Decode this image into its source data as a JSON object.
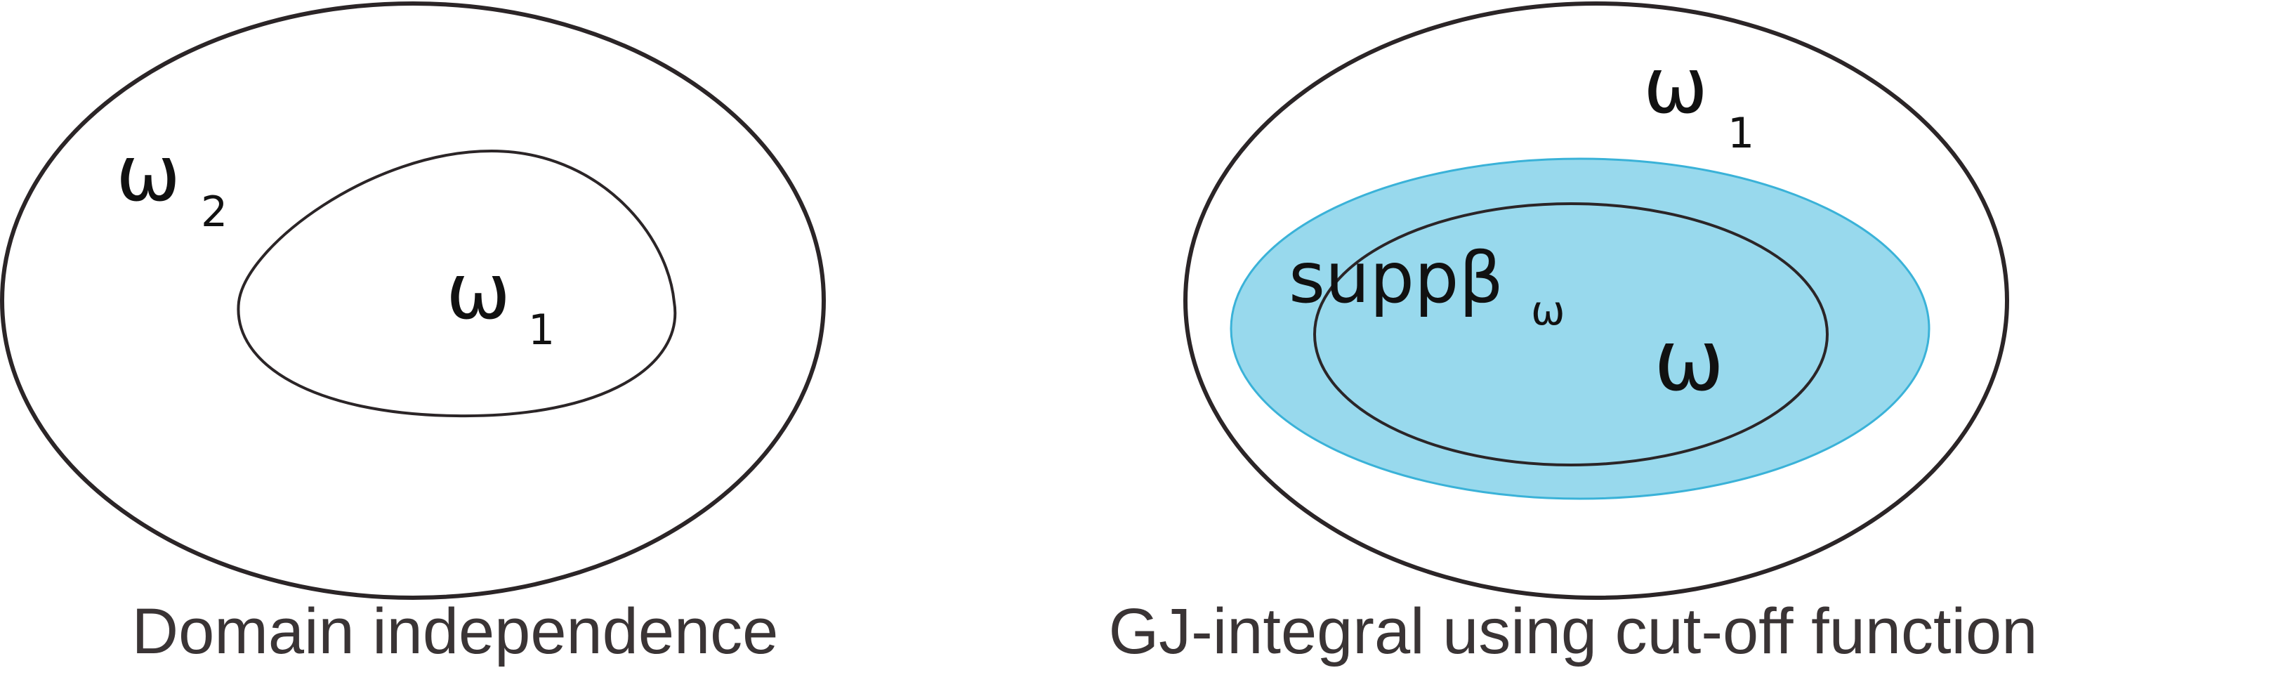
{
  "left_panel": {
    "outer_label": "ω",
    "outer_label_sub": "2",
    "inner_label": "ω",
    "inner_label_sub": "1",
    "caption": "Domain independence"
  },
  "right_panel": {
    "outer_label": "ω",
    "outer_label_sub": "1",
    "support_label": "suppβ",
    "support_label_sub": "ω",
    "inner_label": "ω",
    "caption": "GJ-integral using cut-off function"
  },
  "colors": {
    "outline": "#2b2527",
    "support_fill": "#98d9ed",
    "support_stroke": "#3ab2d8",
    "text": "#111111",
    "caption": "#3a3435"
  }
}
